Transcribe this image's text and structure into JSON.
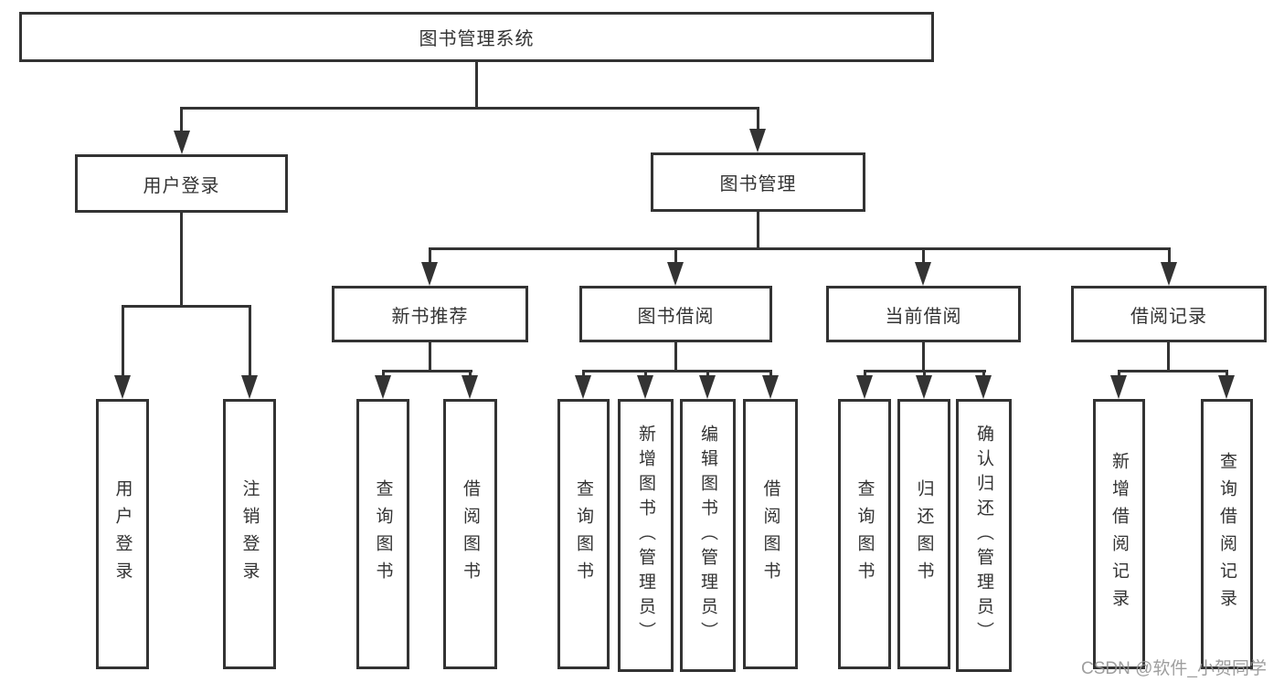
{
  "diagram_colors": {
    "line": "#333333",
    "text": "#333333",
    "background": "#ffffff",
    "watermark": "#949494"
  },
  "tree": {
    "label": "图书管理系统",
    "children": [
      {
        "label": "用户登录",
        "children": [
          {
            "label": "用户登录"
          },
          {
            "label": "注销登录"
          }
        ]
      },
      {
        "label": "图书管理",
        "children": [
          {
            "label": "新书推荐",
            "children": [
              {
                "label": "查询图书"
              },
              {
                "label": "借阅图书"
              }
            ]
          },
          {
            "label": "图书借阅",
            "children": [
              {
                "label": "查询图书"
              },
              {
                "label": "新增图书（管理员）"
              },
              {
                "label": "编辑图书（管理员）"
              },
              {
                "label": "借阅图书"
              }
            ]
          },
          {
            "label": "当前借阅",
            "children": [
              {
                "label": "查询图书"
              },
              {
                "label": "归还图书"
              },
              {
                "label": "确认归还（管理员）"
              }
            ]
          },
          {
            "label": "借阅记录",
            "children": [
              {
                "label": "新增借阅记录"
              },
              {
                "label": "查询借阅记录"
              }
            ]
          }
        ]
      }
    ]
  },
  "watermark": {
    "text": "CSDN @软件_小贺同学"
  }
}
